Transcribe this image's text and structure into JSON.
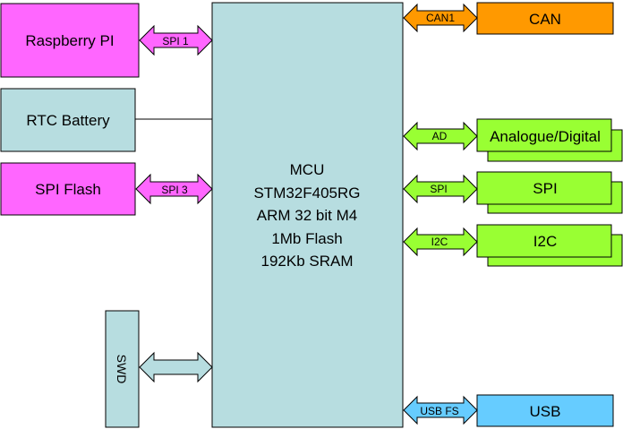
{
  "colors": {
    "mcu": "#b7dde0",
    "magenta": "#ff66ff",
    "orange": "#ff9900",
    "green": "#99ff33",
    "blue": "#66ccff",
    "grey_block": "#b7dde0"
  },
  "mcu": {
    "lines": [
      "MCU",
      "STM32F405RG",
      "ARM 32 bit M4",
      "1Mb Flash",
      "192Kb SRAM"
    ]
  },
  "left_blocks": {
    "raspberry_pi": "Raspberry PI",
    "rtc_battery": "RTC Battery",
    "spi_flash": "SPI Flash",
    "swd": "SWD"
  },
  "right_blocks": {
    "can": "CAN",
    "analogue_digital": "Analogue/Digital",
    "spi": "SPI",
    "i2c": "I2C",
    "usb": "USB"
  },
  "arrows": {
    "spi1": "SPI 1",
    "spi3": "SPI 3",
    "can1": "CAN1",
    "ad": "AD",
    "spi": "SPI",
    "i2c": "I2C",
    "usb_fs": "USB FS"
  }
}
